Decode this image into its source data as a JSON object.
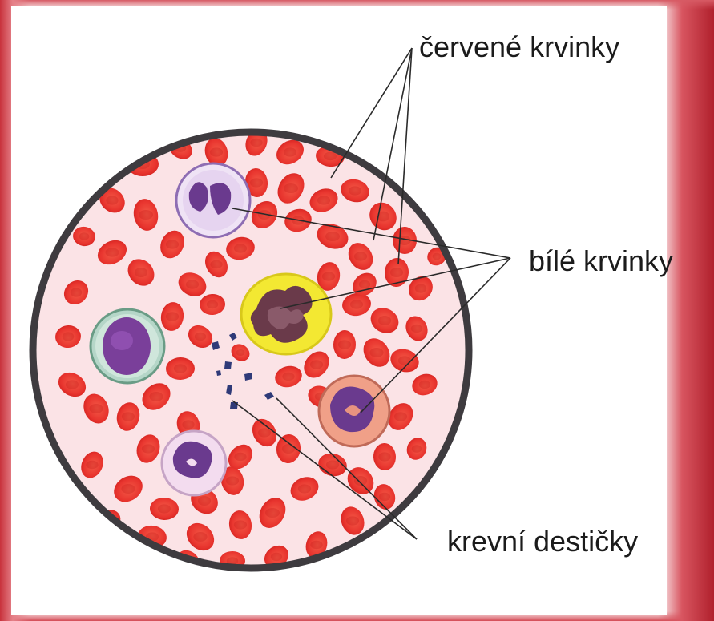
{
  "labels": {
    "red_cells": "červené krvinky",
    "white_cells": "bílé krvinky",
    "platelets": "krevní destičky"
  },
  "colors": {
    "red_cell": "#e8342e",
    "red_cell_dark": "#c81f1e",
    "smear_background": "#fbe3e6",
    "outline": "#3e3b3f",
    "nucleus": "#6a3a8e",
    "platelet": "#2f3a78"
  }
}
